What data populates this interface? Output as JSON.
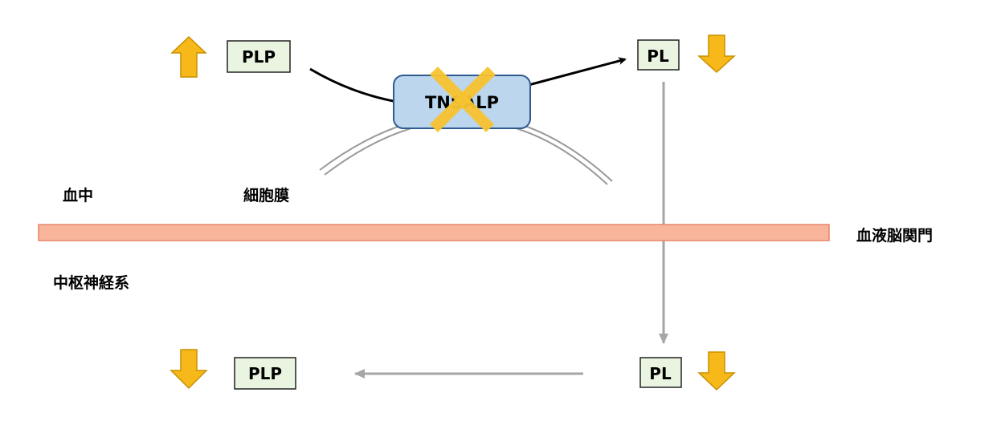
{
  "colors": {
    "box_fill": "#eaf5e1",
    "box_stroke": "#222222",
    "enzyme_fill": "#bcd6ee",
    "enzyme_stroke": "#2f5b8f",
    "bbb_fill": "#f9b59c",
    "bbb_stroke": "#e8866a",
    "level_arrow": "#f7b81a",
    "level_arrow_stroke": "#c98f00",
    "inhibit_cross": "#f7c330",
    "transport_arrow": "#a6a6a6",
    "membrane_line": "#999999",
    "reaction_arrow": "#000000"
  },
  "regions": {
    "blood": "血中",
    "cell_membrane": "細胞膜",
    "blood_brain_barrier": "血液脳関門",
    "cns": "中枢神経系"
  },
  "enzyme": {
    "label": "TNSALP",
    "inhibited": true
  },
  "molecules": {
    "blood_plp": {
      "label": "PLP",
      "level": "up"
    },
    "blood_pl": {
      "label": "PL",
      "level": "down"
    },
    "cns_pl": {
      "label": "PL",
      "level": "down"
    },
    "cns_plp": {
      "label": "PLP",
      "level": "down"
    }
  },
  "icons": {
    "level_up": "up-arrow-icon",
    "level_down": "down-arrow-icon",
    "inhibition": "cross-icon"
  }
}
